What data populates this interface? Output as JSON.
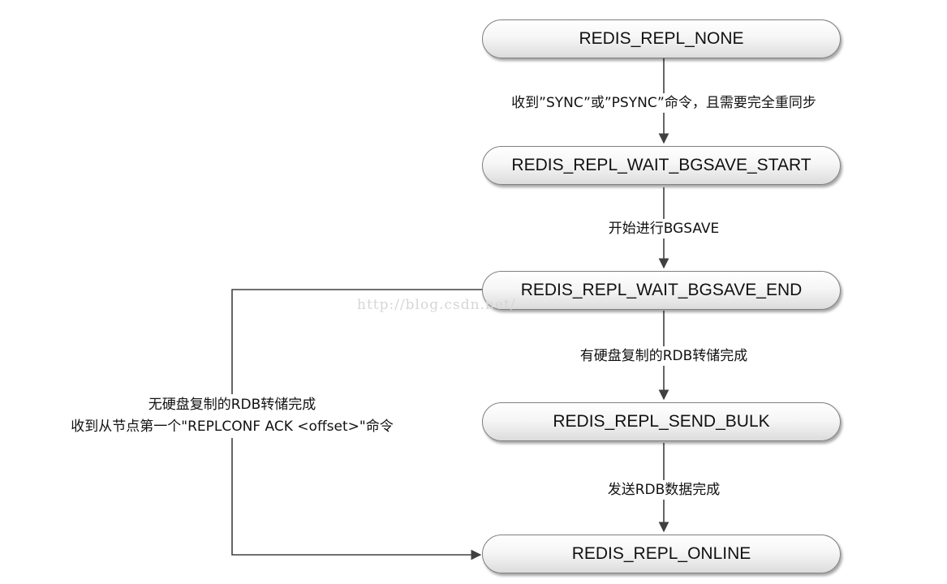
{
  "states": [
    {
      "id": "none",
      "label": "REDIS_REPL_NONE"
    },
    {
      "id": "wait_start",
      "label": "REDIS_REPL_WAIT_BGSAVE_START"
    },
    {
      "id": "wait_end",
      "label": "REDIS_REPL_WAIT_BGSAVE_END"
    },
    {
      "id": "send_bulk",
      "label": "REDIS_REPL_SEND_BULK"
    },
    {
      "id": "online",
      "label": "REDIS_REPL_ONLINE"
    }
  ],
  "transitions": [
    {
      "from": "none",
      "to": "wait_start",
      "label": "收到”SYNC”或”PSYNC”命令，且需要完全重同步"
    },
    {
      "from": "wait_start",
      "to": "wait_end",
      "label": "开始进行BGSAVE"
    },
    {
      "from": "wait_end",
      "to": "send_bulk",
      "label": "有硬盘复制的RDB转储完成"
    },
    {
      "from": "send_bulk",
      "to": "online",
      "label": "发送RDB数据完成"
    },
    {
      "from": "wait_end",
      "to": "online",
      "label_line1": "无硬盘复制的RDB转储完成",
      "label_line2": "收到从节点第一个\"REPLCONF ACK <offset>\"命令"
    }
  ],
  "watermark": "http://blog.csdn.net/",
  "colors": {
    "line": "#404040",
    "node_border": "#7f7f7f",
    "node_fill_top": "#ffffff",
    "node_fill_bottom": "#dcdcdc"
  }
}
